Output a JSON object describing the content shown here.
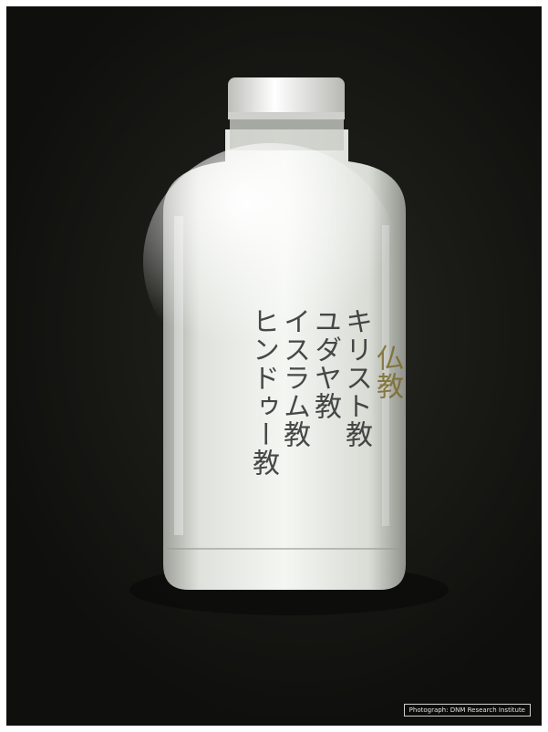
{
  "photo": {
    "bottle_label_lines": [
      "仏教",
      "キリスト教",
      "ユダヤ教",
      "イスラム教",
      "ヒンドゥー教"
    ],
    "credit": "Photograph: DNM Research Institute"
  },
  "colors": {
    "background": "#151512",
    "cap": "#f2f2f0",
    "liquid": "#d9dcd6"
  }
}
